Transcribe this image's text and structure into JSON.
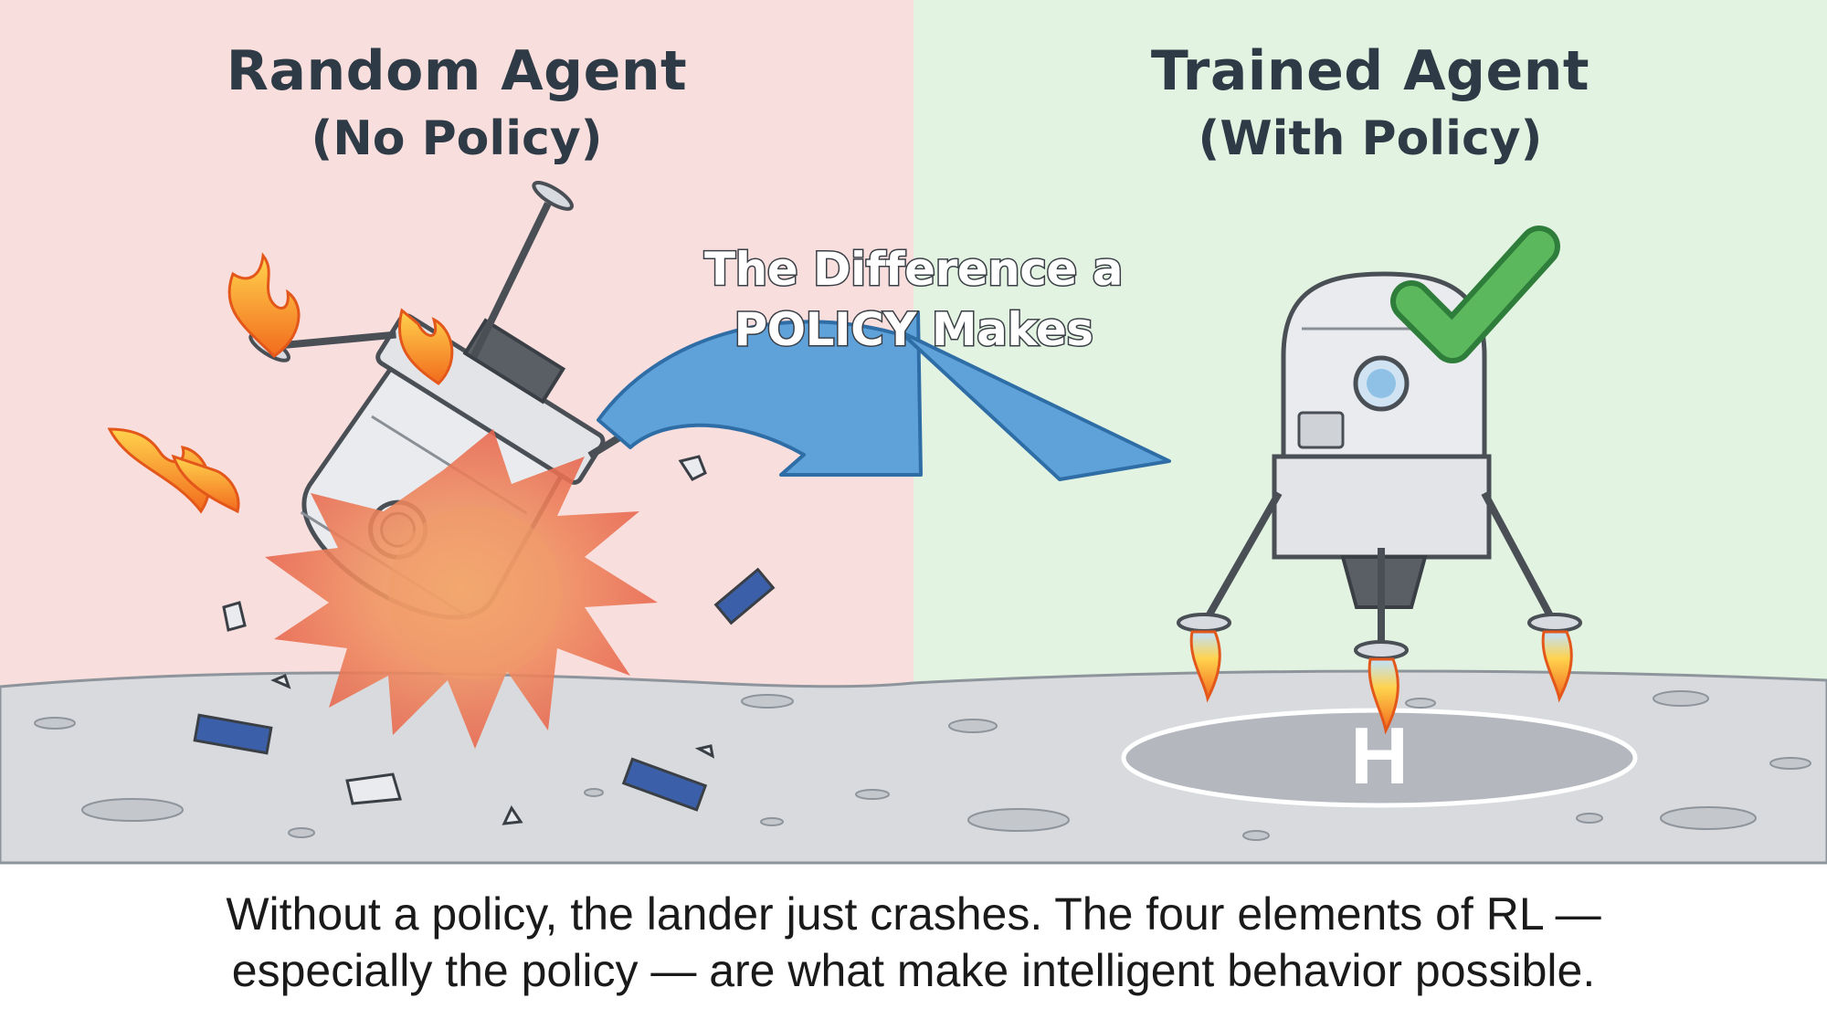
{
  "colors": {
    "left_bg": "#f8dedd",
    "right_bg": "#e3f3e2",
    "ground": "#d8dadd",
    "arrow": "#5fa1d9",
    "check": "#5cb85c",
    "explosion": "#ee7a5a"
  },
  "left_panel": {
    "title": "Random Agent",
    "subtitle": "(No Policy)"
  },
  "right_panel": {
    "title": "Trained Agent",
    "subtitle": "(With Policy)"
  },
  "arrow_label": {
    "line1": "The Difference a",
    "line2": "POLICY Makes"
  },
  "landing_pad_letter": "H",
  "caption": {
    "line1": "Without a policy, the lander just crashes. The four elements of RL —",
    "line2": "especially the policy — are what make intelligent behavior possible."
  }
}
